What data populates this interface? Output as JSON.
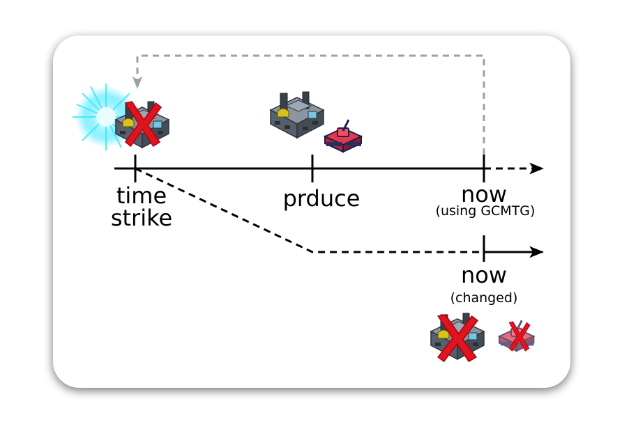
{
  "labels": {
    "time_strike_line1": "time",
    "time_strike_line2": "strike",
    "produce": "prduce",
    "now_top": "now",
    "now_top_note": "(using GCMTG)",
    "now_bottom": "now",
    "now_bottom_note": "(changed)"
  },
  "icons": {
    "time_strike_flash": "energy-burst-icon",
    "destroyed_factory_at_strike": "factory-crossed-out-icon",
    "factory": "factory-icon",
    "tank": "tank-icon",
    "destroyed_factory_changed": "factory-crossed-out-icon",
    "destroyed_tank_changed": "tank-crossed-out-icon"
  },
  "colors": {
    "timeline": "#000000",
    "loop_arrow": "#a0a0a0",
    "cross": "#e0141e",
    "flash": "#37e6ff",
    "tank": "#e23a4c",
    "factory_body": "#6f7a86"
  }
}
